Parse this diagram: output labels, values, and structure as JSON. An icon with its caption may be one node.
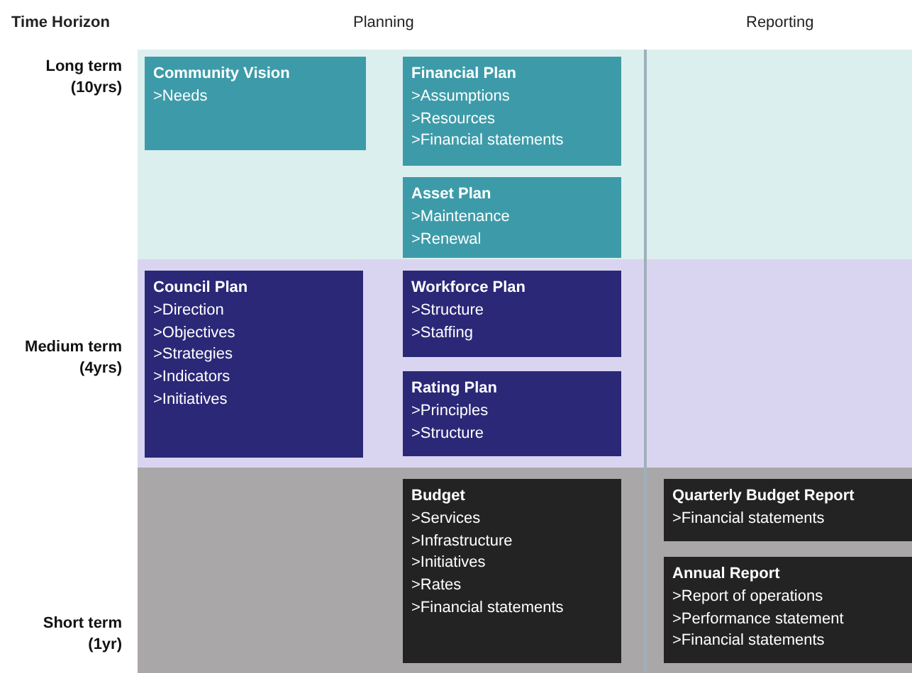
{
  "diagram": {
    "nodes": [
      {
        "text": [
          "Long term (10yrs)"
        ]
      },
      {
        "text": [
          "Community Vision",
          ">Needs"
        ],
        "in": 0
      },
      {
        "text": [
          "Financial Plan",
          ">Assumptions",
          ">Resources",
          ">Financial statements"
        ],
        "in": 0
      },
      {
        "text": [
          "Asset Plan",
          ">Maintenance",
          ">Renewal"
        ],
        "in": 0
      },
      {
        "text": [
          "Medium term (4yrs)"
        ]
      },
      {
        "text": [
          "Council Plan",
          ">Direction",
          ">Objectives",
          ">Strategies",
          ">Indicators",
          ">Initiatives"
        ],
        "in": 4
      },
      {
        "text": [
          "Workforce Plan",
          ">Structure",
          ">Staffing"
        ],
        "in": 4
      },
      {
        "text": [
          "Rating Plan",
          ">Principles",
          ">Structure"
        ],
        "in": 4
      },
      {
        "text": [
          "Short term (1yr)"
        ]
      },
      {
        "text": [
          "Budget",
          ">Services",
          ">Infrastructure",
          ">Initiatives",
          ">Rates",
          ">Financial statements"
        ],
        "in": 8
      },
      {
        "text": [
          "Quarterly Budget Report",
          ">Financial statements"
        ],
        "in": 8
      },
      {
        "text": [
          "Annual Report",
          ">Report of operations",
          ">Performance statement",
          ">Financial statements"
        ],
        "in": 8
      }
    ],
    "labels": [
      "Time Horizon",
      "Planning",
      "Reporting"
    ]
  }
}
